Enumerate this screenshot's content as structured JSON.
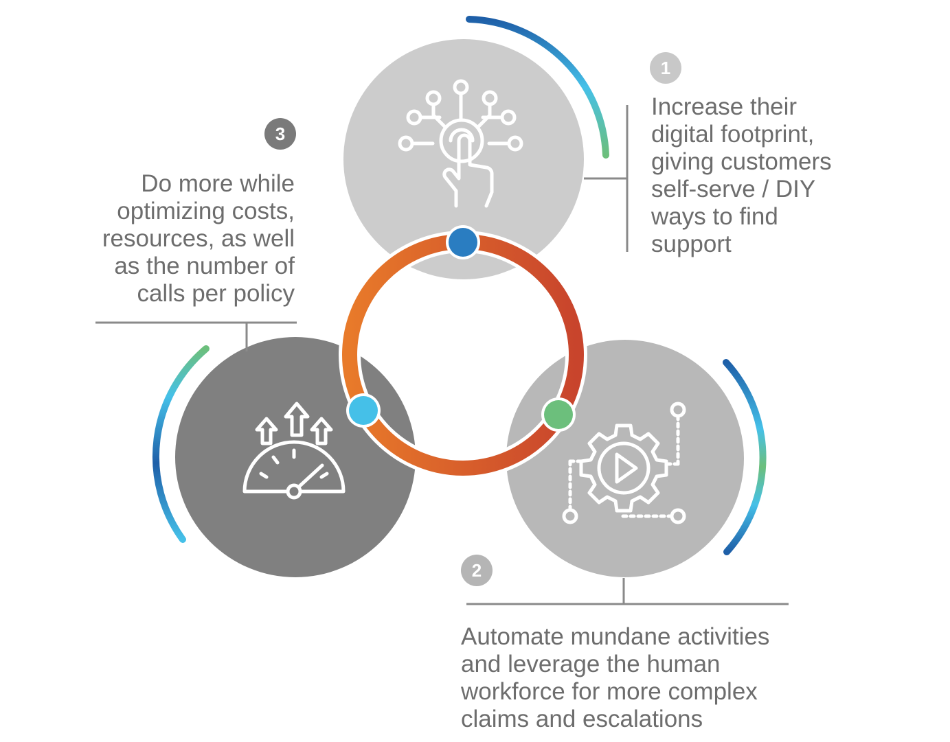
{
  "steps": [
    {
      "number": "1",
      "lines": [
        "Increase their",
        "digital footprint,",
        "giving customers",
        "self-serve / DIY",
        "ways to find",
        "support"
      ],
      "icon": "touch-network-icon",
      "circle_color": "#cccccc",
      "dot_color": "#2a7dc1",
      "badge_color": "#c8c8c8"
    },
    {
      "number": "2",
      "lines": [
        "Automate mundane activities",
        "and leverage the human",
        "workforce for more complex",
        "claims and escalations"
      ],
      "icon": "gear-play-icon",
      "circle_color": "#b8b8b8",
      "dot_color": "#6cbf7c",
      "badge_color": "#b5b5b5"
    },
    {
      "number": "3",
      "lines": [
        "Do more while",
        "optimizing costs,",
        "resources, as well",
        "as the number of",
        "calls per policy"
      ],
      "icon": "speedometer-arrows-icon",
      "circle_color": "#808080",
      "dot_color": "#45c0e8",
      "badge_color": "#7a7a7a"
    }
  ],
  "colors": {
    "ring_start": "#e87a2a",
    "ring_end": "#c8442c",
    "arc_dark": "#1e5fa8",
    "arc_light": "#45c0e8",
    "arc_green": "#6cbf7c",
    "text": "#6d6d6d",
    "connector": "#8a8a8a"
  }
}
